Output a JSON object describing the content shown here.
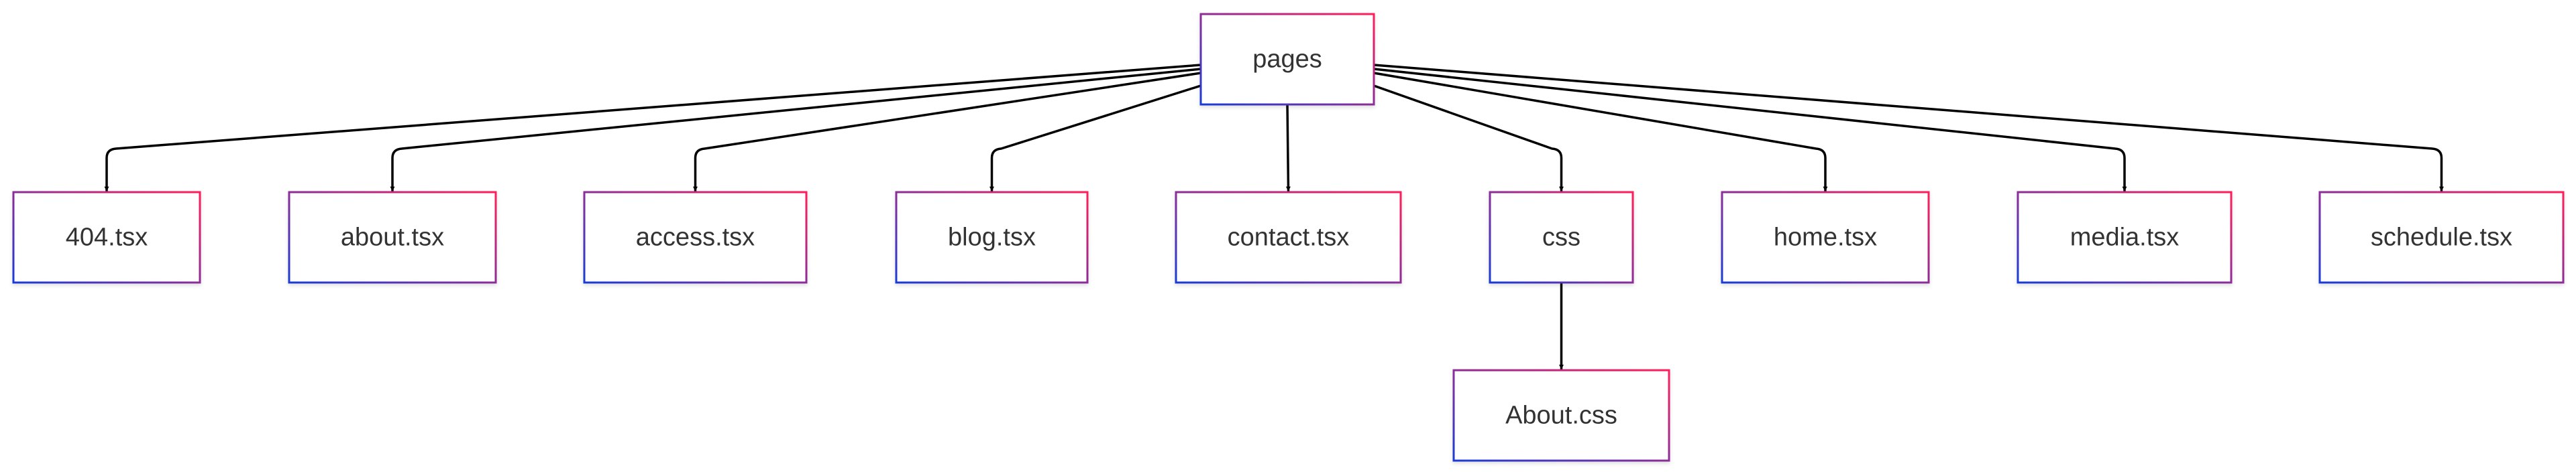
{
  "diagram": {
    "type": "tree",
    "colors": {
      "edge": "#000000",
      "border_start": "#1a3bd6",
      "border_end": "#ff1f5a",
      "node_fill": "#ffffff",
      "text": "#333333"
    },
    "nodes": [
      {
        "id": "pages",
        "label": "pages"
      },
      {
        "id": "404",
        "label": "404.tsx"
      },
      {
        "id": "about",
        "label": "about.tsx"
      },
      {
        "id": "access",
        "label": "access.tsx"
      },
      {
        "id": "blog",
        "label": "blog.tsx"
      },
      {
        "id": "contact",
        "label": "contact.tsx"
      },
      {
        "id": "css",
        "label": "css"
      },
      {
        "id": "home",
        "label": "home.tsx"
      },
      {
        "id": "media",
        "label": "media.tsx"
      },
      {
        "id": "schedule",
        "label": "schedule.tsx"
      },
      {
        "id": "aboutcss",
        "label": "About.css"
      }
    ],
    "edges": [
      {
        "from": "pages",
        "to": "404"
      },
      {
        "from": "pages",
        "to": "about"
      },
      {
        "from": "pages",
        "to": "access"
      },
      {
        "from": "pages",
        "to": "blog"
      },
      {
        "from": "pages",
        "to": "contact"
      },
      {
        "from": "pages",
        "to": "css"
      },
      {
        "from": "pages",
        "to": "home"
      },
      {
        "from": "pages",
        "to": "media"
      },
      {
        "from": "pages",
        "to": "schedule"
      },
      {
        "from": "css",
        "to": "aboutcss"
      }
    ]
  }
}
